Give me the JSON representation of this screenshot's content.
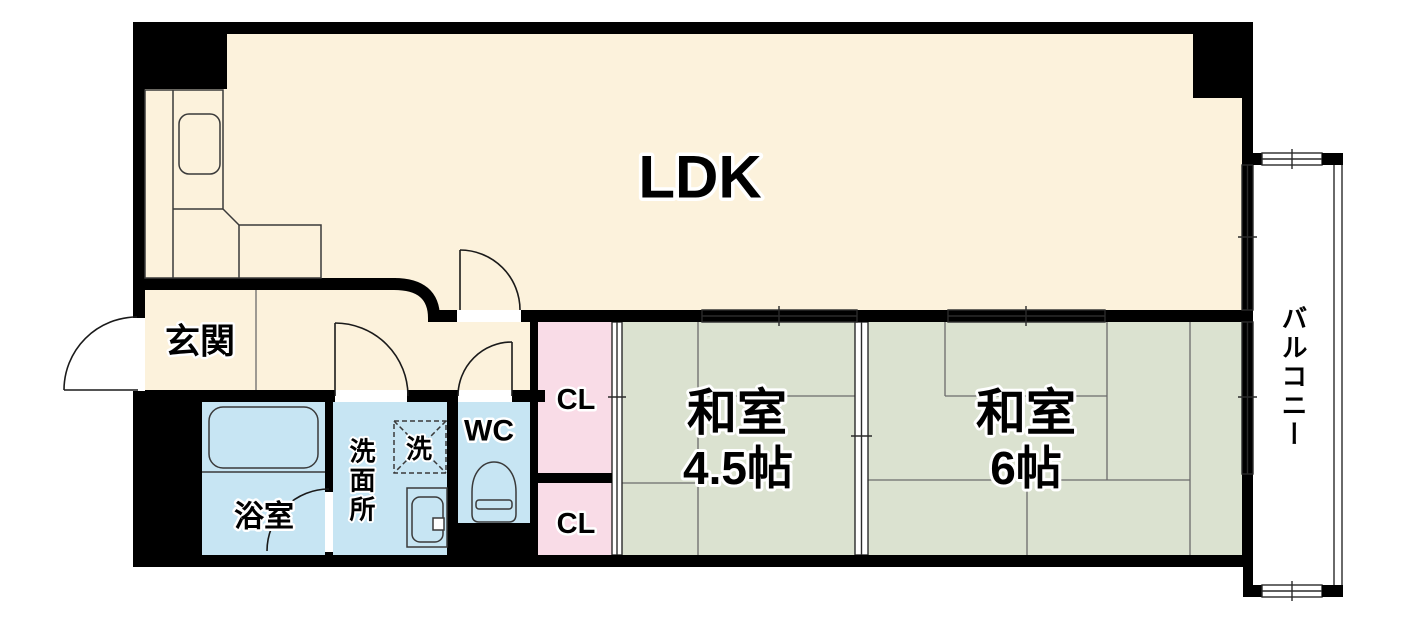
{
  "floor_plan": {
    "rooms": {
      "ldk": {
        "label": "LDK"
      },
      "entrance": {
        "label": "玄関"
      },
      "bathroom": {
        "label": "浴室"
      },
      "washroom": {
        "label": "洗面所"
      },
      "laundry_space": {
        "label": "洗"
      },
      "toilet": {
        "label": "WC"
      },
      "closet_upper": {
        "label": "CL"
      },
      "closet_lower": {
        "label": "CL"
      },
      "japanese_room_small": {
        "label": "和室",
        "size": "4.5帖"
      },
      "japanese_room_large": {
        "label": "和室",
        "size": "6帖"
      },
      "balcony": {
        "label": "バルコニー"
      }
    },
    "colors": {
      "wall": "#000000",
      "ldk_floor": "#FCF2DC",
      "water_area_floor": "#C7E5F3",
      "closet_floor": "#F9DCE7",
      "tatami_floor": "#DBE2D0",
      "balcony_floor": "#FFFFFF",
      "background": "#FFFFFF",
      "label_text": "#000000",
      "label_halo": "#FFFFFF"
    }
  }
}
